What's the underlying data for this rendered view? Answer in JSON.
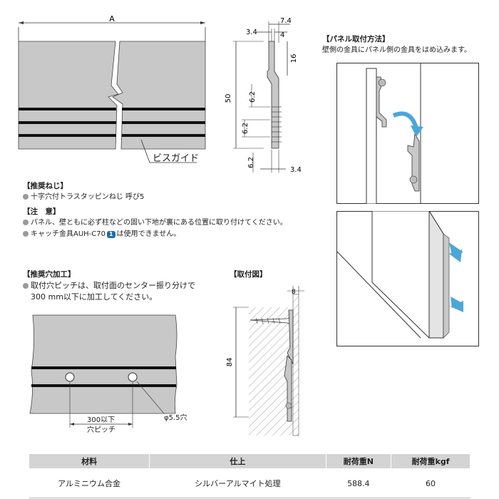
{
  "dimensions": {
    "length": "A",
    "t_3_4_top": "3.4",
    "t_7_4": "7.4",
    "t_4": "4",
    "t_16": "16",
    "t_50": "50",
    "t_6_2_a": "6.2",
    "t_6_2_b": "6.2",
    "t_6_2_c": "6.2",
    "t_3_4_bot": "3.4",
    "mount_8": "8",
    "mount_84": "84"
  },
  "labels": {
    "screw_guide": "ビスガイド",
    "pitch_line1": "300以下",
    "pitch_line2": "穴ピッチ",
    "hole_diameter": "φ5.5穴"
  },
  "panel_method": {
    "title": "【パネル取付方法】",
    "desc": "壁側の金具にパネル側の金具をはめ込みます。"
  },
  "recommended_screw": {
    "title": "【推奨ねじ】",
    "item": "十字穴付トラスタッピンねじ 呼び5"
  },
  "caution": {
    "title": "【注　意】",
    "item1": "パネル、壁ともに必ず柱などの固い下地が裏にある位置に取り付けてください。",
    "item2_prefix": "キャッチ金具AUH-C70",
    "item2_badge": "1",
    "item2_suffix": "は使用できません。"
  },
  "hole_processing": {
    "title": "【推奨穴加工】",
    "line1": "取付穴ピッチは、取付面のセンター振り分けで",
    "line2": "300 mm以下に加工してください。"
  },
  "mounting": {
    "title": "【取付図】"
  },
  "spec_table": {
    "headers": [
      "材料",
      "仕上",
      "耐荷重N",
      "耐荷重kgf"
    ],
    "row": [
      "アルミニウム合金",
      "シルバーアルマイト処理",
      "588.4",
      "60"
    ]
  },
  "colors": {
    "metal": "#c8c8c8",
    "groove": "#111111",
    "arrow": "#4ca6d8"
  }
}
